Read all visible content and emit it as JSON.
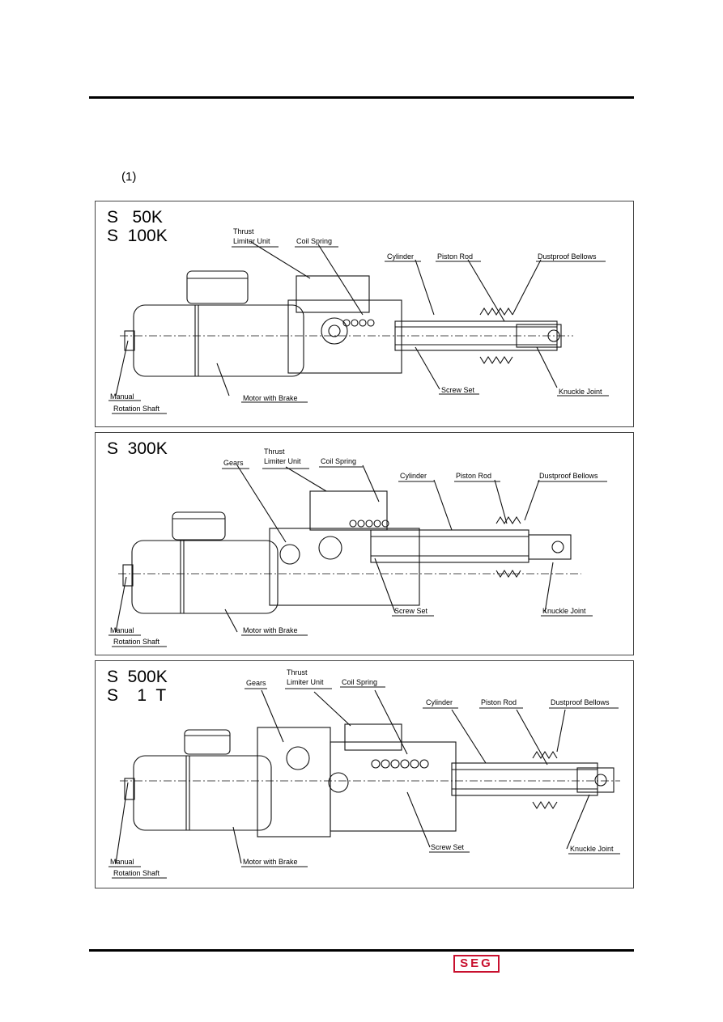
{
  "section": {
    "number": "(1)"
  },
  "panels": [
    {
      "models": [
        "S   50K",
        "S  100K"
      ],
      "labels": {
        "thrust_limiter": [
          "Thrust",
          "Limiter Unit"
        ],
        "coil_spring": "Coil Spring",
        "cylinder": "Cylinder",
        "piston_rod": "Piston Rod",
        "bellows": "Dustproof Bellows",
        "manual_shaft": [
          "Manual",
          "Rotation Shaft"
        ],
        "motor": "Motor with Brake",
        "screw_set": "Screw Set",
        "knuckle": "Knuckle Joint"
      }
    },
    {
      "models": [
        "S  300K"
      ],
      "labels": {
        "gears": "Gears",
        "thrust_limiter": [
          "Thrust",
          "Limiter Unit"
        ],
        "coil_spring": "Coil Spring",
        "cylinder": "Cylinder",
        "piston_rod": "Piston Rod",
        "bellows": "Dustproof Bellows",
        "manual_shaft": [
          "Manual",
          "Rotation Shaft"
        ],
        "motor": "Motor with Brake",
        "screw_set": "Screw Set",
        "knuckle": "Knuckle Joint"
      }
    },
    {
      "models": [
        "S  500K",
        "S    1  T"
      ],
      "labels": {
        "gears": "Gears",
        "thrust_limiter": [
          "Thrust",
          "Limiter Unit"
        ],
        "coil_spring": "Coil Spring",
        "cylinder": "Cylinder",
        "piston_rod": "Piston Rod",
        "bellows": "Dustproof Bellows",
        "manual_shaft": [
          "Manual",
          "Rotation Shaft"
        ],
        "motor": "Motor with Brake",
        "screw_set": "Screw Set",
        "knuckle": "Knuckle Joint"
      }
    }
  ],
  "footer": {
    "logo_text": "SEG"
  },
  "colors": {
    "logo": "#c8102e",
    "watermark": "#c9cff0"
  }
}
